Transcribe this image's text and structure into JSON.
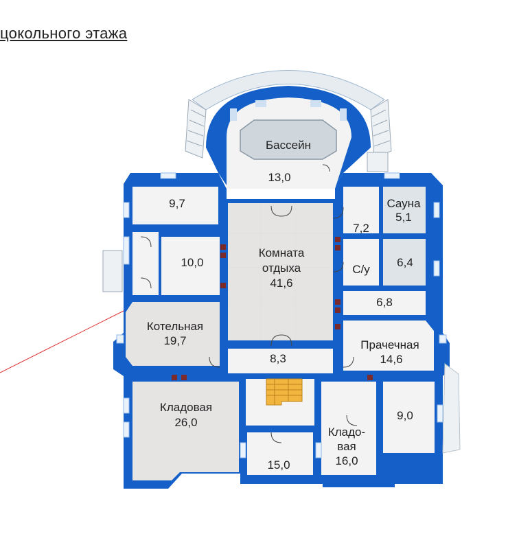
{
  "page": {
    "heading": "цокольного этажа"
  },
  "colors": {
    "wall": "#1560c8",
    "wall_light": "#8fb8e8",
    "room": "#f3f3f3",
    "room_grey": "#e6e3e3",
    "pool": "#cfd6dc",
    "stairs": "#f2b640",
    "door": "#7a2a2a",
    "pointer": "#e02a2a"
  },
  "rooms": {
    "pool": {
      "name": "Бассейн",
      "area": "13,0"
    },
    "room_nw": {
      "area": "9,7"
    },
    "room_w": {
      "area": "10,0"
    },
    "lounge": {
      "name_line1": "Комната",
      "name_line2": "отдыха",
      "area": "41,6"
    },
    "room_ne": {
      "area": "7,2"
    },
    "sauna": {
      "name": "Сауна",
      "area": "5,1"
    },
    "wc": {
      "name": "С/у"
    },
    "room_e": {
      "area": "6,4"
    },
    "room_e2": {
      "area": "6,8"
    },
    "boiler": {
      "name": "Котельная",
      "area": "19,7"
    },
    "hall": {
      "area": "8,3"
    },
    "laundry": {
      "name": "Прачечная",
      "area": "14,6"
    },
    "storage_sw": {
      "name": "Кладовая",
      "area": "26,0"
    },
    "room_s": {
      "area": "15,0"
    },
    "storage_s": {
      "name_line1": "Кладо-",
      "name_line2": "вая",
      "area": "16,0"
    },
    "room_se": {
      "area": "9,0"
    }
  }
}
